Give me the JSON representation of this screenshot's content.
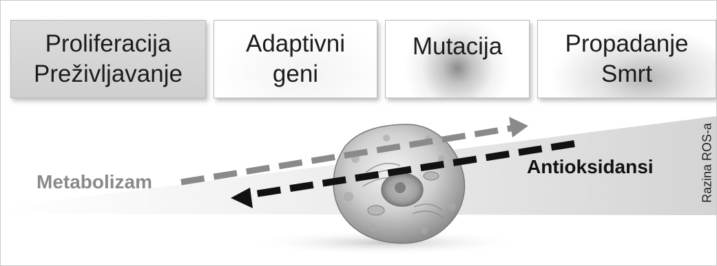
{
  "stages": [
    {
      "line1": "Proliferacija",
      "line2": "Preživljavanje"
    },
    {
      "line1": "Adaptivni",
      "line2": "geni"
    },
    {
      "line1": "Mutacija",
      "line2": ""
    },
    {
      "line1": "Propadanje",
      "line2": "Smrt"
    }
  ],
  "labels": {
    "metabolism": "Metabolizam",
    "antioxidants": "Antioksidansi",
    "ros_level": "Razina ROS-a"
  },
  "colors": {
    "metabolism_arrow": "#8a8a8a",
    "antioxidant_arrow": "#111111",
    "ros_wedge": "#d9d9d9"
  }
}
